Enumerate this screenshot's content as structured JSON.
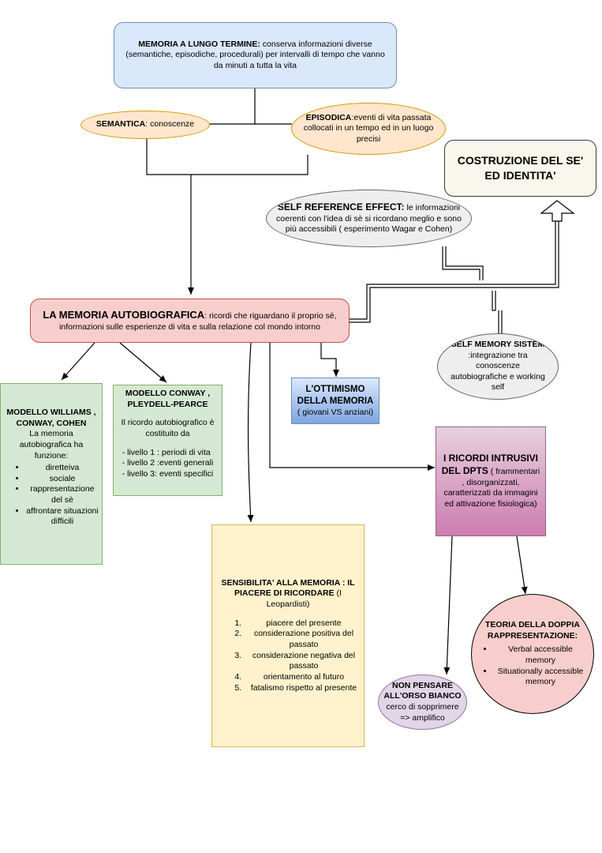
{
  "ltm": {
    "title": "MEMORIA A LUNGO TERMINE:",
    "text": " conserva informazioni diverse (semantiche, episodiche, procedurali) per intervalli di tempo che vanno da minuti a tutta la vita"
  },
  "semantica": {
    "title": "SEMANTICA",
    "text": ": conoscenze"
  },
  "episodica": {
    "title": "EPISODICA",
    "text": ":eventi di vita passata collocati in un tempo ed in un luogo precisi"
  },
  "costruzione": {
    "title": "COSTRUZIONE DEL SE' ED IDENTITA'"
  },
  "self_ref": {
    "title": "SELF REFERENCE EFFECT:",
    "text": " le informazioni coerenti con l'idea di sè si ricordano meglio e sono più accessibili ( esperimento Wagar e Cohen)"
  },
  "autobio": {
    "title": "LA MEMORIA AUTOBIOGRAFICA",
    "text": ": ricordi che riguardano il proprio sè, informazioni sulle esperienze di vita e sulla relazione col mondo intorno"
  },
  "self_memory": {
    "title": "SELF MEMORY SISTEM",
    "text": " :integrazione tra conoscenze autobiografiche e working self"
  },
  "williams": {
    "title": "MODELLO WILLIAMS , CONWAY, COHEN",
    "text": "La memoria autobiografica ha funzione:",
    "items": [
      "diretteiva",
      "sociale",
      "rappresentazione del sè",
      "affrontare situazioni difficili"
    ]
  },
  "conway": {
    "title": "MODELLO CONWAY , PLEYDELL-PEARCE",
    "text": "Il ricordo autobiografico è costituito da",
    "levels": [
      "- livello 1 : periodi di vita",
      "- livello 2 :eventi generali",
      "- livello 3: eventi specifici"
    ]
  },
  "ottimismo": {
    "title": "L'OTTIMISMO DELLA MEMORIA",
    "text": "( giovani VS anziani)"
  },
  "intrusivi": {
    "title": "I RICORDI INTRUSIVI DEL DPTS",
    "text": " ( frammentari , disorganizzati, caratterizzati da immagini ed attivazione fisiologica)"
  },
  "sensibilita": {
    "title": "SENSIBILITA' ALLA MEMORIA : IL PIACERE DI RICORDARE",
    "text": " (I Leopardisti)",
    "items": [
      "piacere del presente",
      "considerazione positiva del passato",
      "considerazione negativa del passato",
      "orientamento al futuro",
      "fatalismo rispetto al presente"
    ]
  },
  "doppia": {
    "title": "TEORIA DELLA DOPPIA RAPPRESENTAZIONE:",
    "items": [
      "Verbal accessible memory",
      "Situationally accessible memory"
    ]
  },
  "orso": {
    "title": "NON PENSARE ALL'ORSO BIANCO",
    "text": "cerco di sopprimere => amplifico"
  },
  "colors": {
    "blue_fill": "#dae8fc",
    "blue_stroke": "#6c8ebf",
    "orange_fill": "#ffe6cc",
    "orange_stroke": "#d79b00",
    "red_fill": "#f8cecc",
    "red_stroke": "#b85450",
    "green_fill": "#d5e8d4",
    "green_stroke": "#82b366",
    "yellow_fill": "#fff2cc",
    "yellow_stroke": "#d6b656",
    "grey_fill": "#f5f5f5",
    "grey_stroke": "#666666",
    "purple_fill": "#e1d5e7",
    "purple_stroke": "#9673a6"
  }
}
